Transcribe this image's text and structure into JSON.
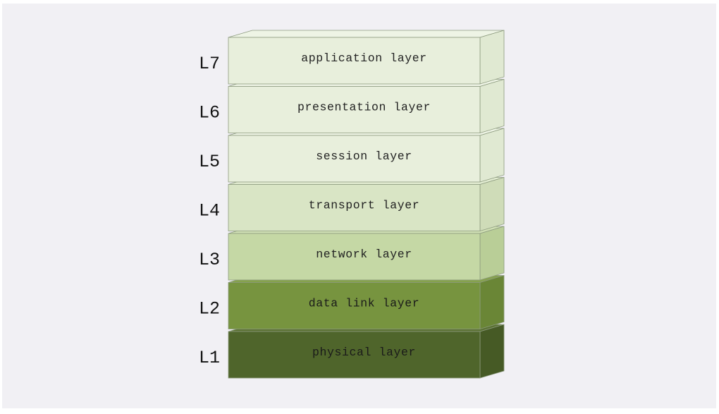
{
  "layers": [
    {
      "level": "L7",
      "name": "application layer",
      "front": "#e8efdc",
      "top": "#eef4e5",
      "side": "#e0e9d2",
      "text": "#222222"
    },
    {
      "level": "L6",
      "name": "presentation layer",
      "front": "#e8efdc",
      "top": "#eef4e5",
      "side": "#e0e9d2",
      "text": "#222222"
    },
    {
      "level": "L5",
      "name": "session layer",
      "front": "#e8efdc",
      "top": "#eef4e5",
      "side": "#e0e9d2",
      "text": "#222222"
    },
    {
      "level": "L4",
      "name": "transport layer",
      "front": "#d9e5c5",
      "top": "#e2ecd1",
      "side": "#cfdcb8",
      "text": "#222222"
    },
    {
      "level": "L3",
      "name": "network layer",
      "front": "#c5d8a5",
      "top": "#d0e0b4",
      "side": "#b9ce97",
      "text": "#222222"
    },
    {
      "level": "L2",
      "name": "data link layer",
      "front": "#77943f",
      "top": "#86a24d",
      "side": "#6a8636",
      "text": "#1a1a1a"
    },
    {
      "level": "L1",
      "name": "physical layer",
      "front": "#4f652b",
      "top": "#5b7233",
      "side": "#465a25",
      "text": "#1a1a1a"
    }
  ]
}
